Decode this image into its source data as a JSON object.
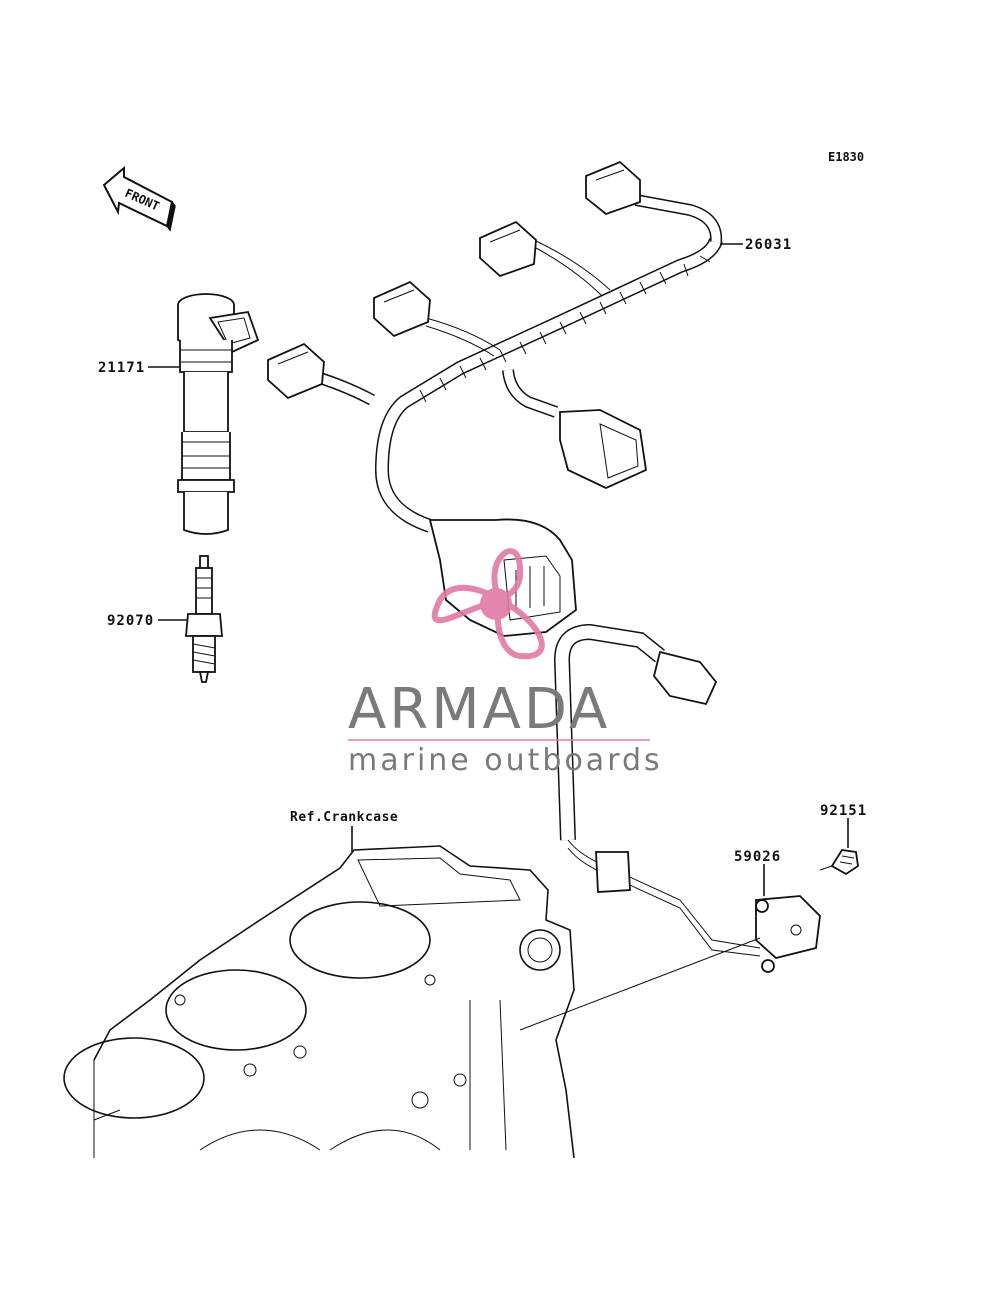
{
  "diagram": {
    "code": "E1830",
    "front_label": "FRONT",
    "parts": [
      {
        "number": "21171",
        "name": "ignition-coil"
      },
      {
        "number": "92070",
        "name": "spark-plug"
      },
      {
        "number": "26031",
        "name": "wiring-harness"
      },
      {
        "number": "92151",
        "name": "bolt"
      },
      {
        "number": "59026",
        "name": "pickup-sensor"
      }
    ],
    "reference_label": "Ref.Crankcase"
  },
  "watermark": {
    "brand": "ARMADA",
    "tagline": "marine outboards",
    "logo_color": "#e07aa5",
    "text_color": "#7a7a7a"
  }
}
